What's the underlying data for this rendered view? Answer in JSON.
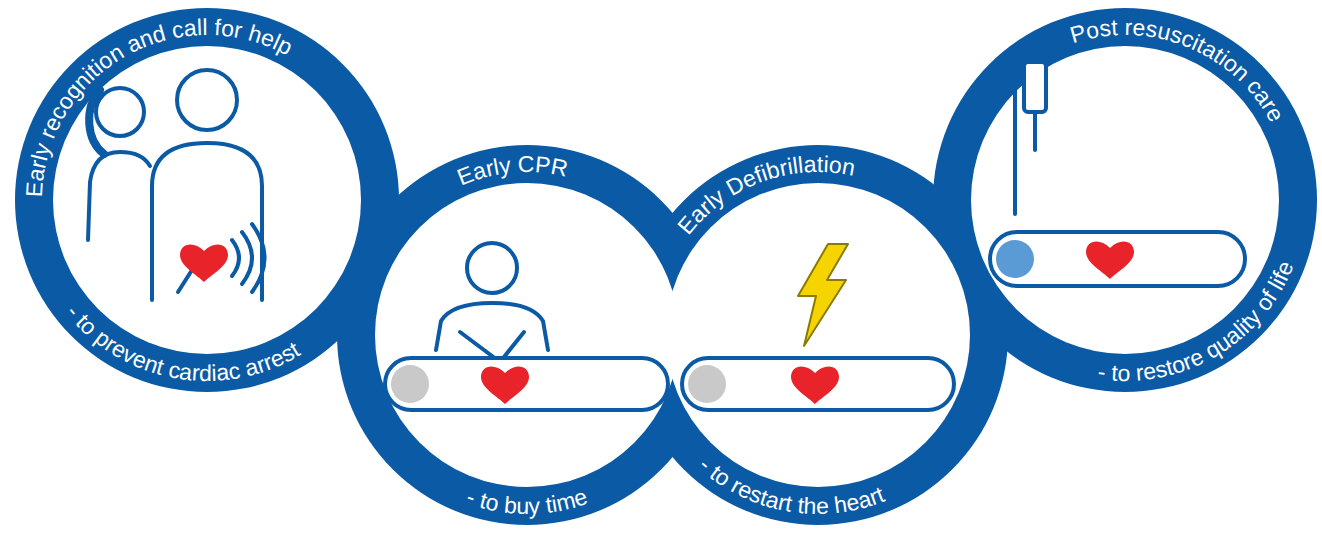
{
  "diagram": {
    "nodes": [
      {
        "text": [
          "Early recognition and call for help",
          "- to prevent cardiac arrest"
        ]
      },
      {
        "text": [
          "Early CPR",
          "- to buy time"
        ]
      },
      {
        "text": [
          "Early Defibrillation",
          "- to restart the heart"
        ]
      },
      {
        "text": [
          "Post resuscitation care",
          "- to restore quality of life"
        ]
      }
    ]
  }
}
